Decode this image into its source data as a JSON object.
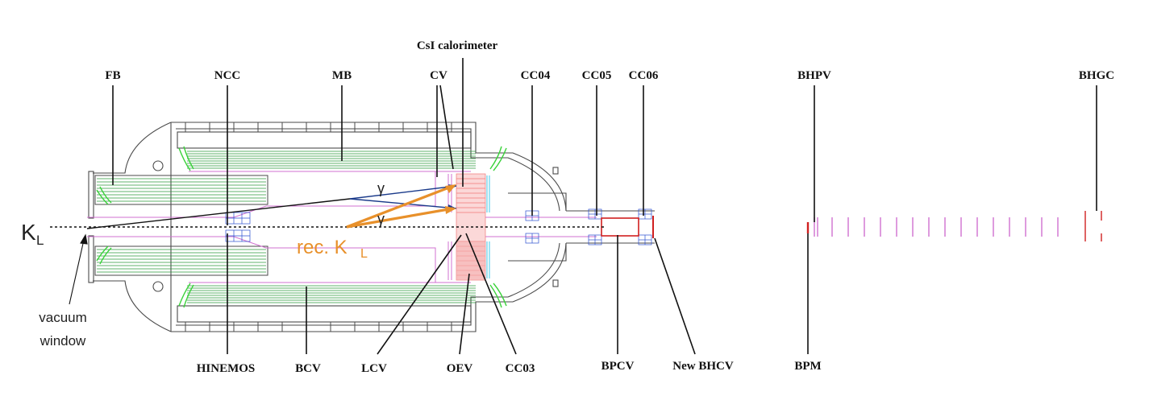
{
  "labels": {
    "top": {
      "csi": "CsI calorimeter",
      "fb": "FB",
      "ncc": "NCC",
      "mb": "MB",
      "cv": "CV",
      "cc04": "CC04",
      "cc05": "CC05",
      "cc06": "CC06",
      "bhpv": "BHPV",
      "bhgc": "BHGC"
    },
    "bottom": {
      "hinemos": "HINEMOS",
      "bcv": "BCV",
      "lcv": "LCV",
      "oev": "OEV",
      "cc03": "CC03",
      "bpcv": "BPCV",
      "new_bhcv": "New BHCV",
      "bpm": "BPM"
    },
    "kl_main": "K",
    "kl_sub": "L",
    "rec_kl_main": "rec. K",
    "rec_kl_sub": "L",
    "gamma_1": "γ",
    "gamma_2": "γ",
    "vacuum_line1": "vacuum",
    "vacuum_line2": "window"
  },
  "colors": {
    "outline": "#4a4a4a",
    "module_green": "#2e9a3e",
    "scintillator_green": "#3ad23a",
    "pink": "#d070d0",
    "red": "#d02020",
    "blue": "#2b4fd0",
    "orange": "#e8902a",
    "dark_blue": "#1a3a8a",
    "csi_pink": "#f07a7a",
    "cyan": "#40c8e8"
  }
}
